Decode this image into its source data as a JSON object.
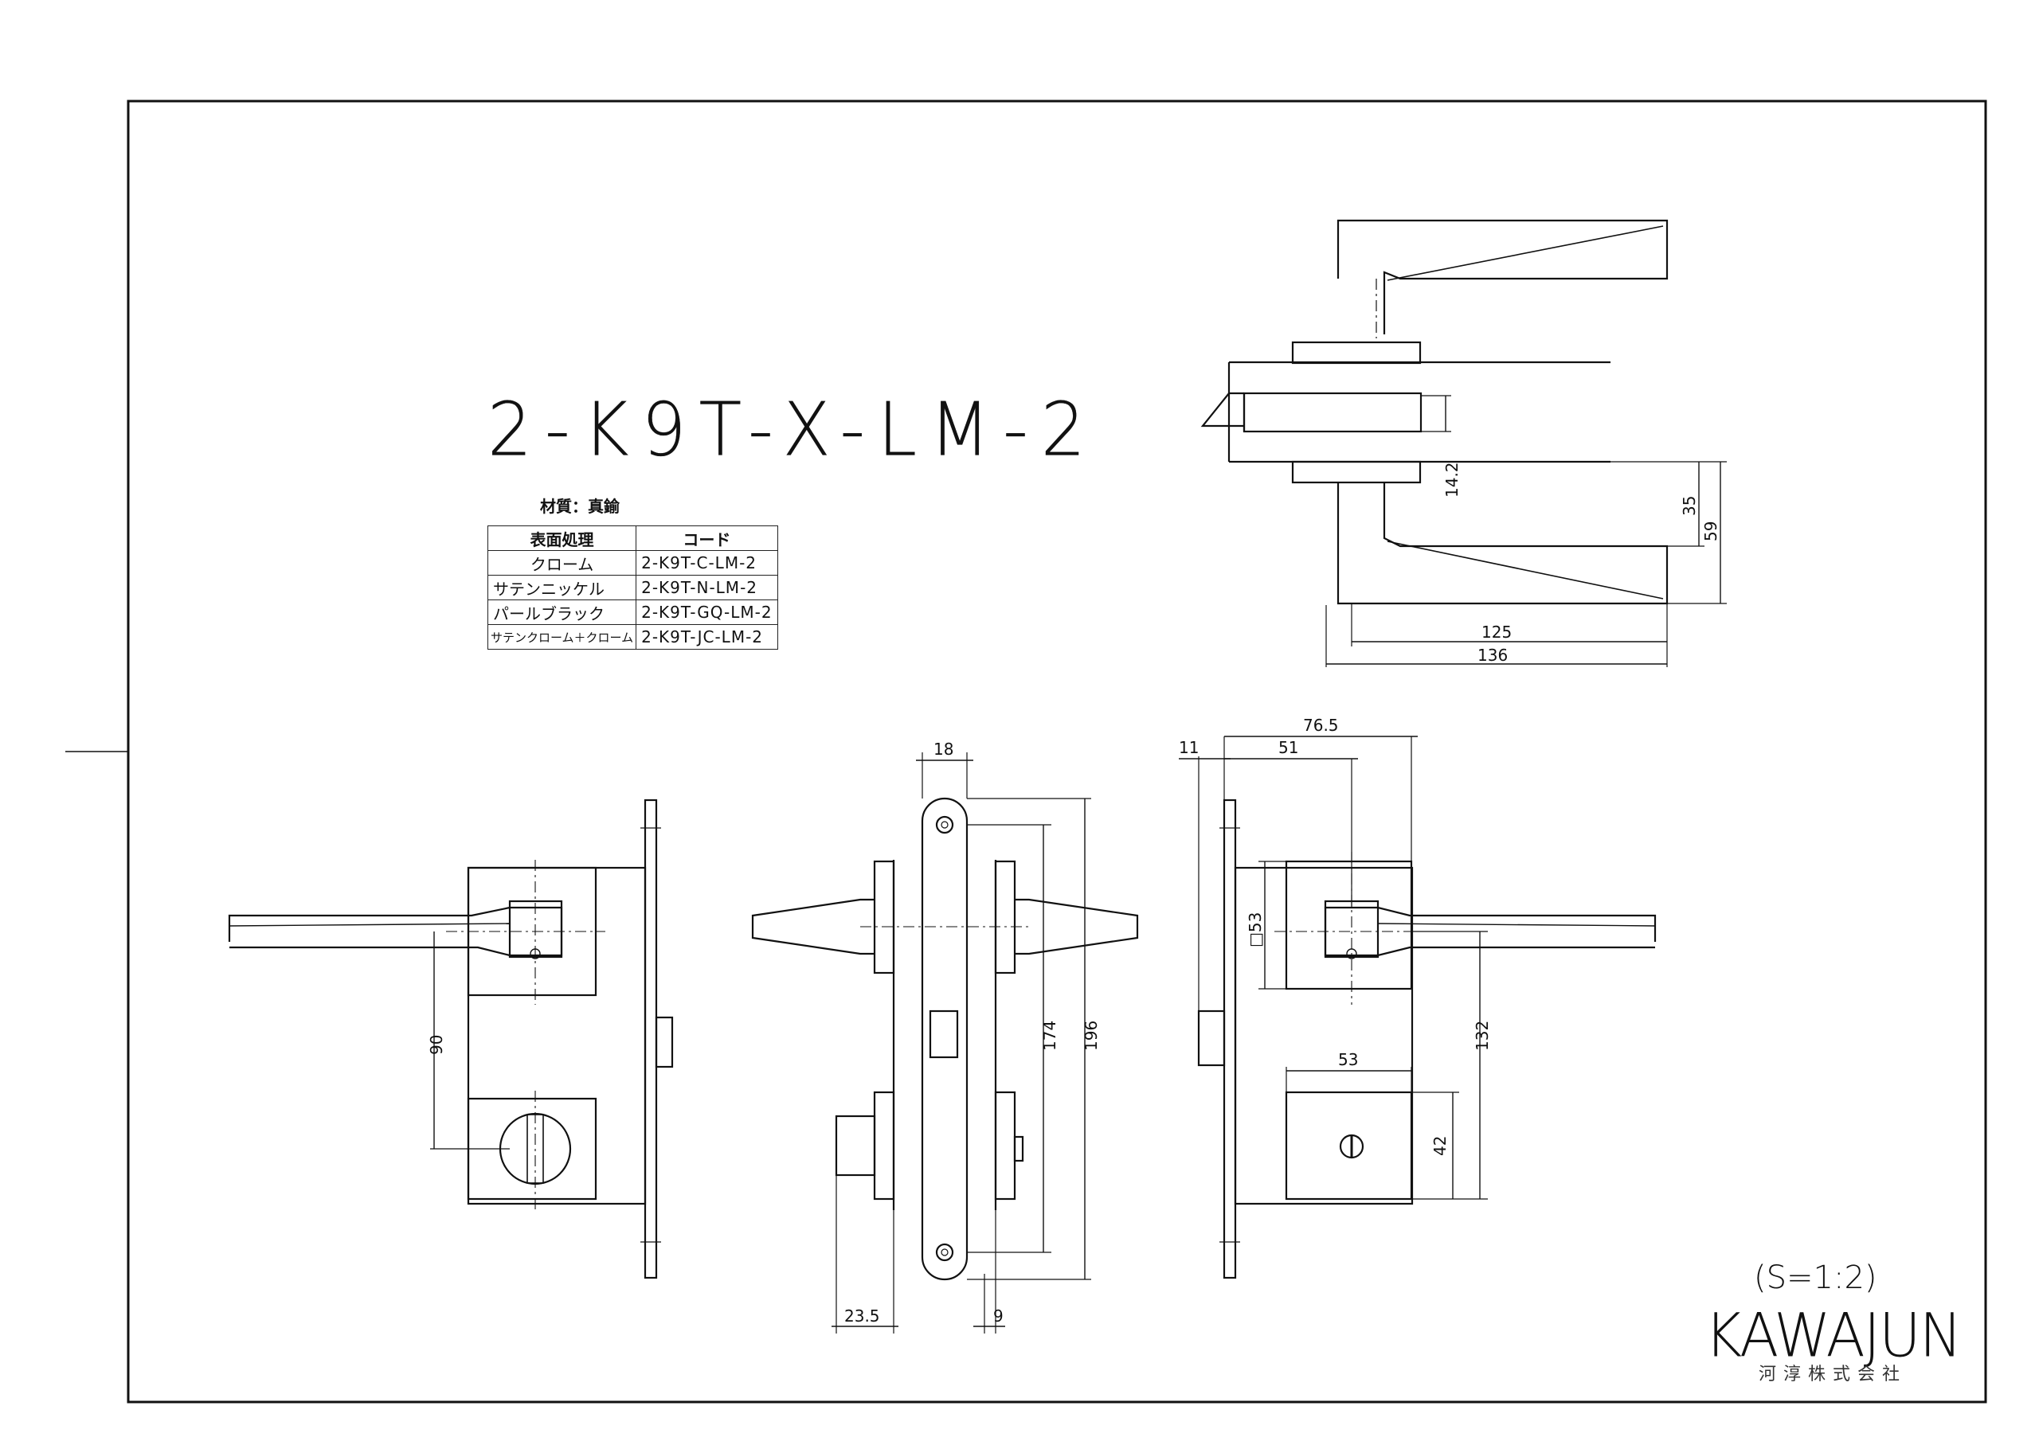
{
  "model": "2-K9T-X-LM-2",
  "material": {
    "label": "材質：真鍮"
  },
  "finish_table": {
    "headers": [
      "表面処理",
      "コード"
    ],
    "rows": [
      {
        "finish": "クローム",
        "code": "2-K9T-C-LM-2"
      },
      {
        "finish": "サテンニッケル",
        "code": "2-K9T-N-LM-2"
      },
      {
        "finish": "パールブラック",
        "code": "2-K9T-GQ-LM-2"
      },
      {
        "finish": "サテンクローム＋クローム",
        "code": "2-K9T-JC-LM-2"
      }
    ]
  },
  "dimensions": {
    "top_view": {
      "d1": "14.2",
      "d2": "35",
      "d3": "59",
      "d4": "125",
      "d5": "136"
    },
    "left_view": {
      "d1": "90"
    },
    "middle_view": {
      "d1": "18",
      "d2": "174",
      "d3": "196",
      "d4": "23.5",
      "d5": "9"
    },
    "right_view": {
      "d1": "11",
      "d2": "51",
      "d3": "76.5",
      "d4": "□53",
      "d5": "132",
      "d6": "53",
      "d7": "42"
    }
  },
  "scale": "(S=1:2)",
  "brand": {
    "name": "KAWAJUN",
    "company": "河淳株式会社"
  }
}
